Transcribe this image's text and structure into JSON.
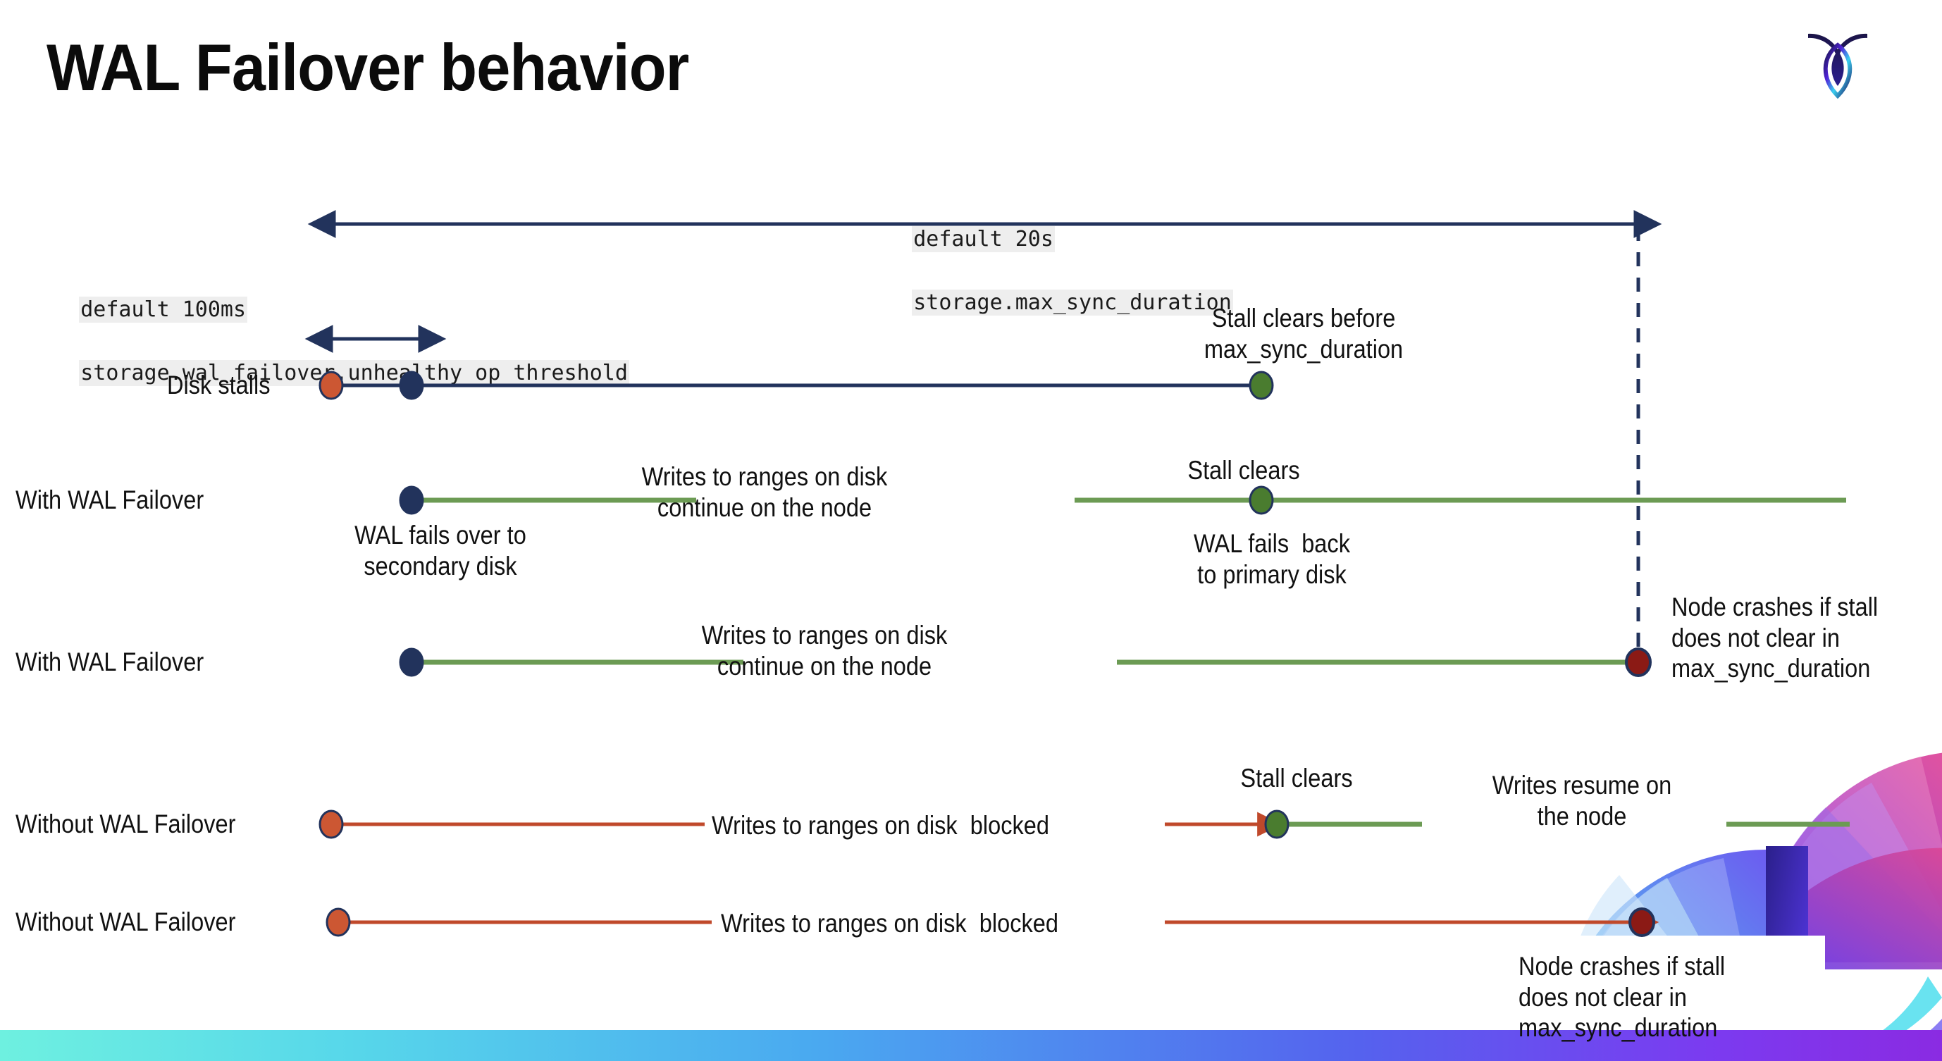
{
  "slide": {
    "title": "WAL Failover behavior",
    "logo_name": "cockroachdb-logo",
    "background": "#ffffff"
  },
  "colors": {
    "navy": "#22335c",
    "green_line": "#6c9b54",
    "orange_line": "#c0492b",
    "orange_dot": "#cc5733",
    "green_dot": "#4a7c2f",
    "dark_red_dot": "#8b1a15",
    "code_chip_bg": "#eeeeee",
    "accent_gradient_start": "#6ef0e0",
    "accent_gradient_end": "#8a2be2"
  },
  "settings": [
    {
      "id": "max-sync-duration",
      "default_line": "default 20s",
      "name_line": "storage.max_sync_duration"
    },
    {
      "id": "unhealthy-op-threshold",
      "default_line": "default 100ms",
      "name_line": "storage.wal_failover.unhealthy_op_threshold"
    }
  ],
  "rows": [
    {
      "id": "disk-stalls",
      "label": "Disk stalls"
    },
    {
      "id": "with-wal-failover-1",
      "label": "With WAL Failover"
    },
    {
      "id": "with-wal-failover-2",
      "label": "With WAL Failover"
    },
    {
      "id": "without-wal-failover-1",
      "label": "Without WAL Failover"
    },
    {
      "id": "without-wal-failover-2",
      "label": "Without WAL Failover"
    }
  ],
  "annotations": {
    "stall_clears_before": "Stall clears before\nmax_sync_duration",
    "wal_fails_over": "WAL fails over to\nsecondary disk",
    "writes_continue": "Writes to ranges on disk\ncontinue on the node",
    "stall_clears": "Stall clears",
    "wal_fails_back": "WAL fails  back\nto primary disk",
    "writes_continue_2": "Writes to ranges on disk\ncontinue on the node",
    "node_crashes_1": "Node crashes if stall\ndoes not clear in\nmax_sync_duration",
    "writes_blocked_1": "Writes to ranges on disk  blocked",
    "stall_clears_2": "Stall clears",
    "writes_resume": "Writes resume on\nthe node",
    "writes_blocked_2": "Writes to ranges on disk  blocked",
    "node_crashes_2": "Node crashes if stall\ndoes not clear in\nmax_sync_duration"
  }
}
